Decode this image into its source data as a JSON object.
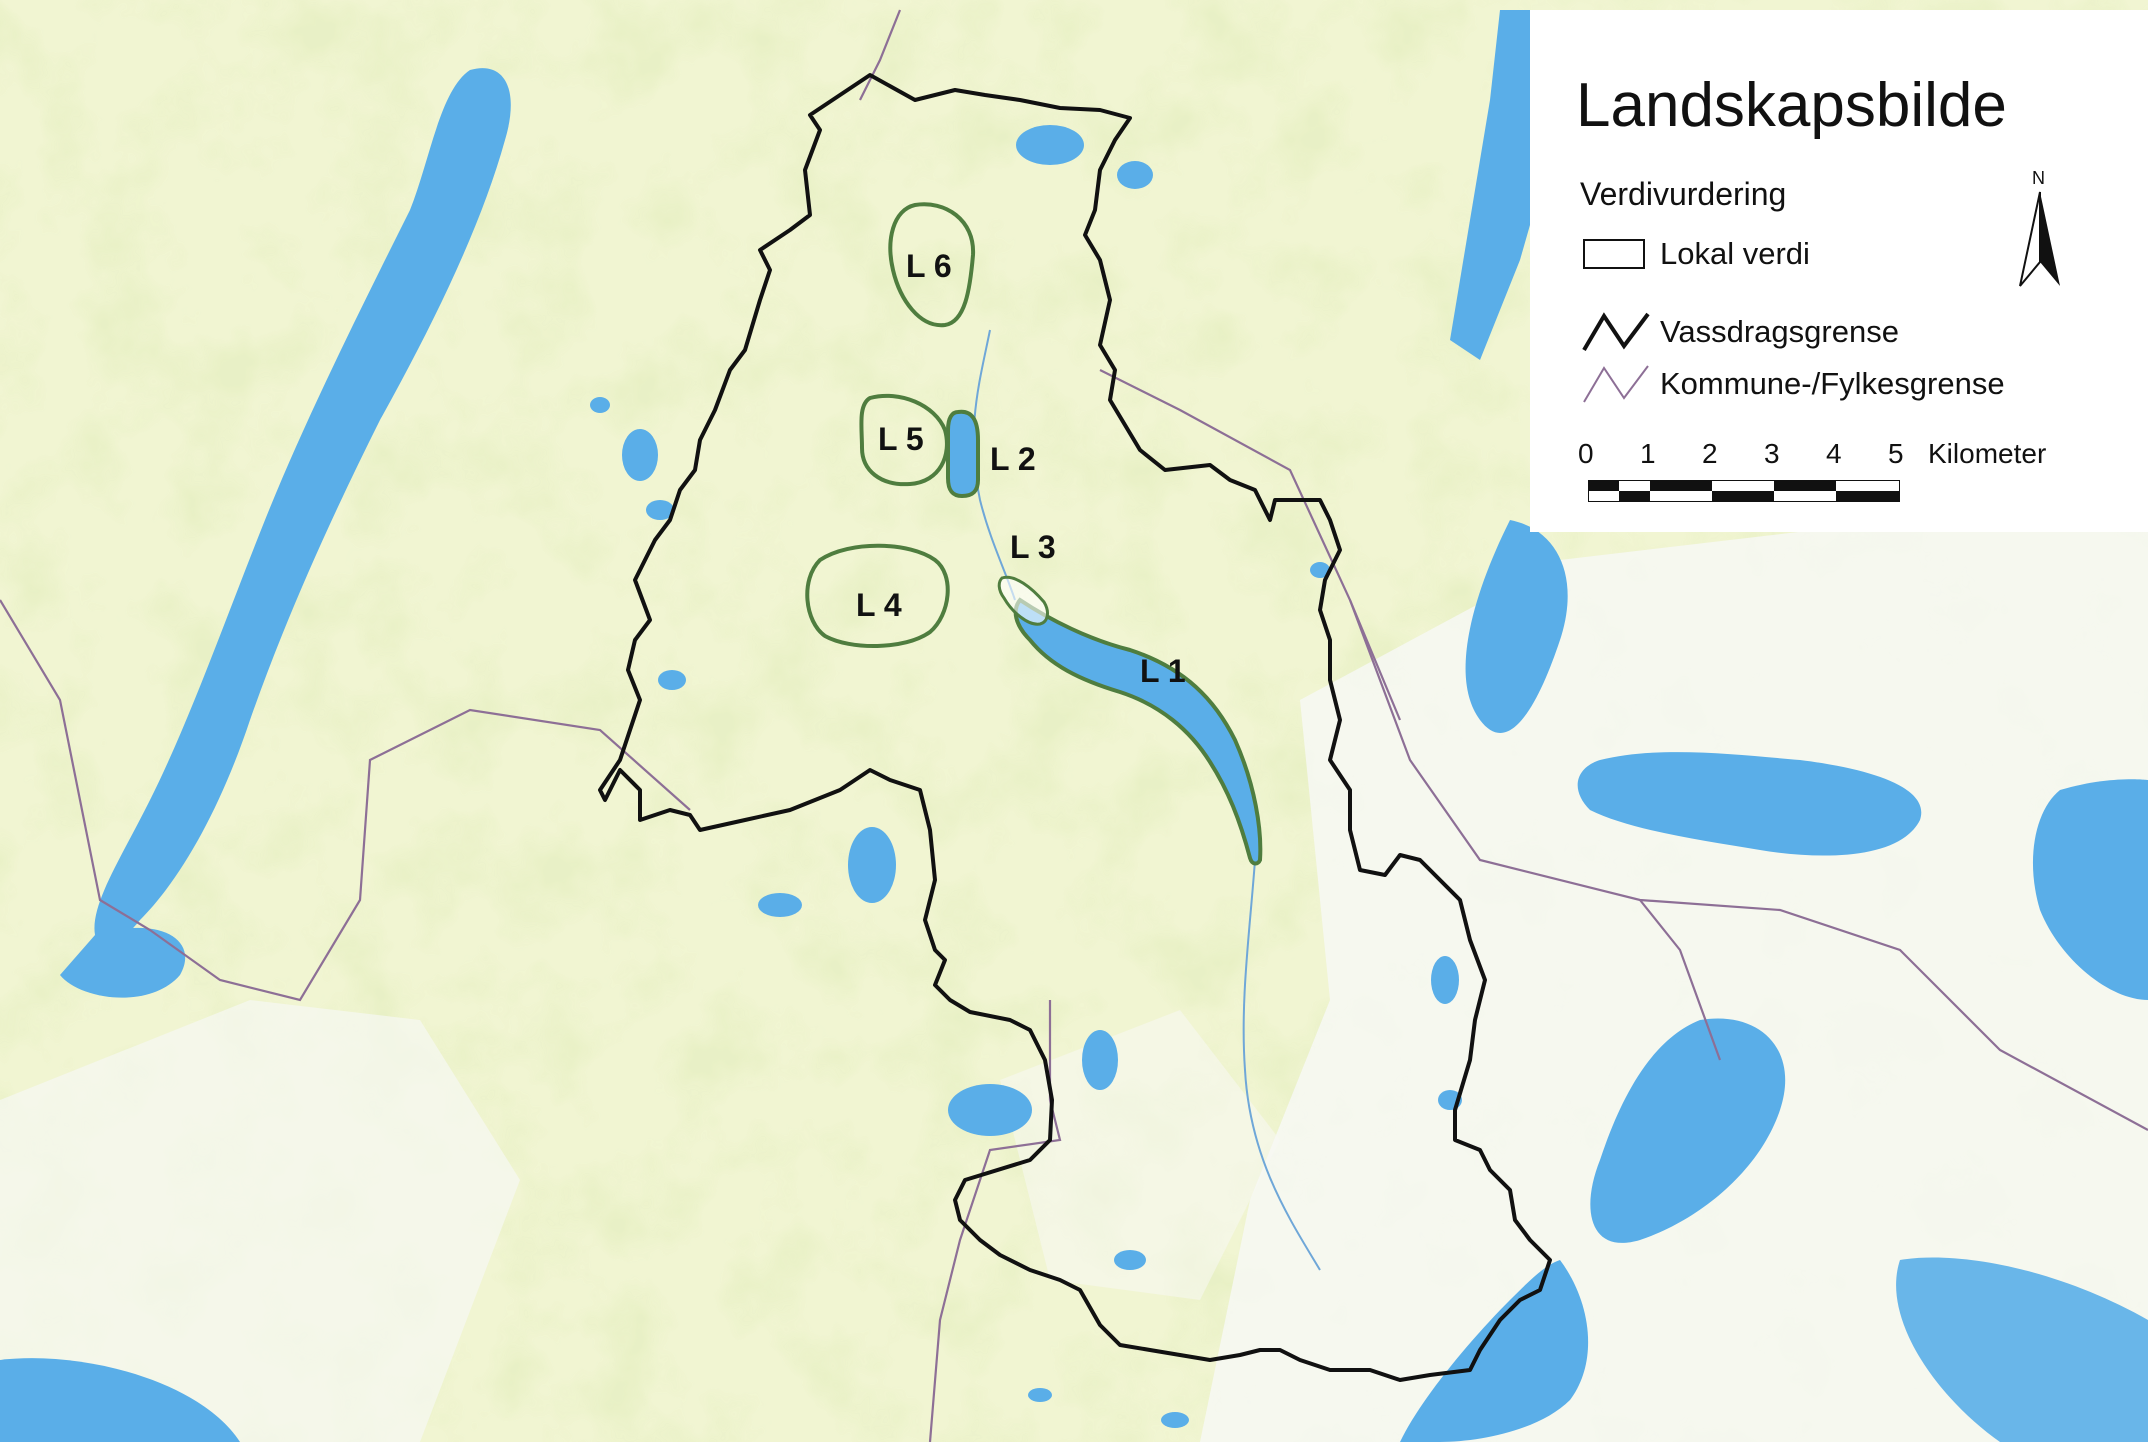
{
  "map": {
    "title": "Landskapsbilde",
    "legend": {
      "section_title": "Verdivurdering",
      "items": [
        {
          "label": "Lokal verdi",
          "symbol": "open-box"
        },
        {
          "label": "Vassdragsgrense",
          "symbol": "black-line"
        },
        {
          "label": "Kommune-/Fylkesgrense",
          "symbol": "thin-purple-line"
        }
      ],
      "north_label": "N",
      "scale": {
        "ticks": [
          "0",
          "1",
          "2",
          "3",
          "4",
          "5"
        ],
        "unit": "Kilometer"
      }
    },
    "areas": [
      {
        "id": "L1",
        "label": "L 1"
      },
      {
        "id": "L2",
        "label": "L 2"
      },
      {
        "id": "L3",
        "label": "L 3"
      },
      {
        "id": "L4",
        "label": "L 4"
      },
      {
        "id": "L5",
        "label": "L 5"
      },
      {
        "id": "L6",
        "label": "L 6"
      }
    ],
    "colors": {
      "land": "#f1f5d2",
      "terrain": "#cfe08f",
      "water": "#5aaee8",
      "lowland": "#f7f8f4",
      "area_outline": "#4f7d3f",
      "watershed": "#111111",
      "admin_border": "#8d6f96"
    }
  }
}
